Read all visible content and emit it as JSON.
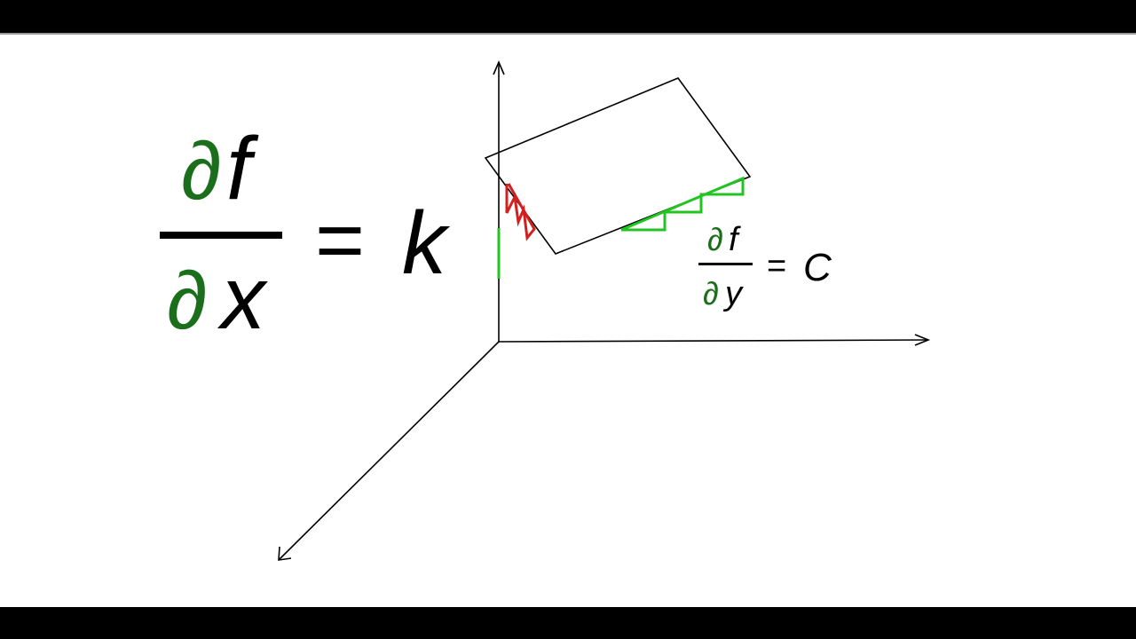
{
  "colors": {
    "background": "#ffffff",
    "letterbox": "#000000",
    "partial_symbol": "#1b6e1b",
    "slope_x_red": "#d21f1f",
    "slope_y_green": "#22c422",
    "ink": "#000000"
  },
  "equation_x": {
    "partial_symbol": "∂",
    "numerator_var": "f",
    "denominator_var": "x",
    "equals": "=",
    "rhs": "k"
  },
  "equation_y": {
    "partial_symbol": "∂",
    "numerator_var": "f",
    "denominator_var": "y",
    "equals": "=",
    "rhs": "C"
  }
}
